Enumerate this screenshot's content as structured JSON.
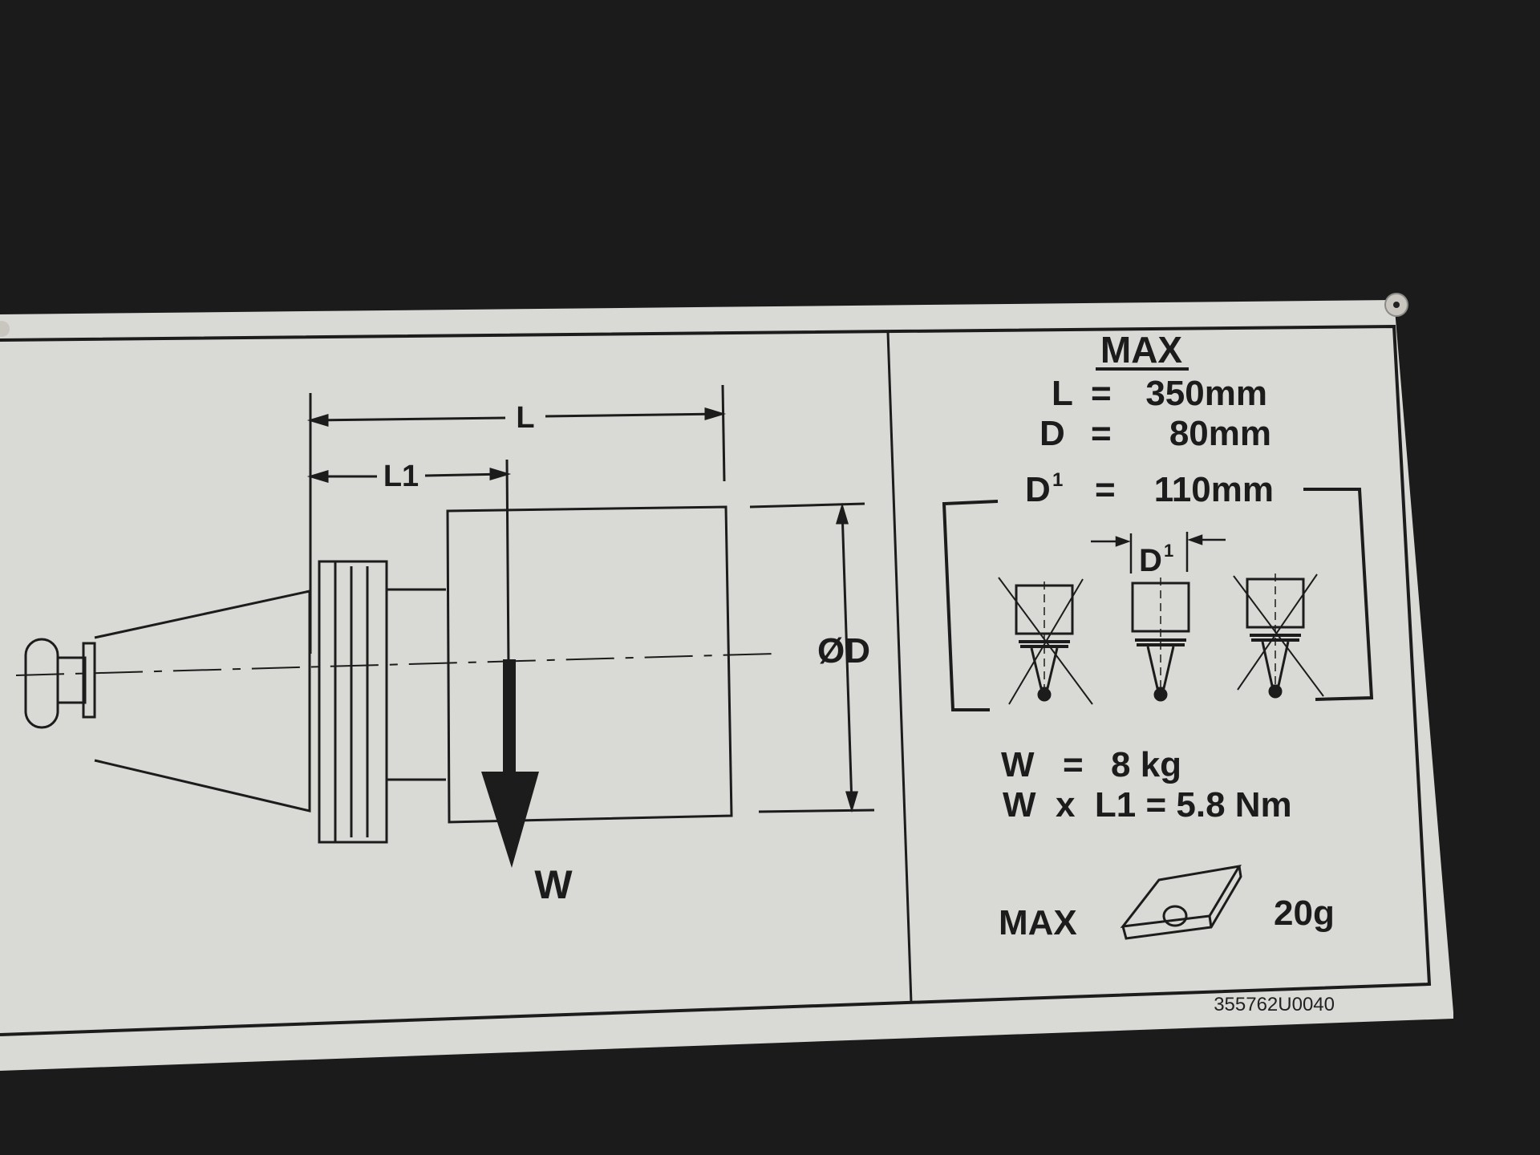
{
  "background": {
    "color": "#1b1b1b",
    "description": "textured black machine surface"
  },
  "plate": {
    "fill": "#d9d9d6",
    "border_color": "#1c1c1c",
    "part_number": "355762U0040"
  },
  "left_diagram": {
    "dimension_L_label": "L",
    "dimension_L1_label": "L1",
    "diameter_label": "ØD",
    "weight_arrow_label": "W"
  },
  "right_panel": {
    "heading": "MAX",
    "specs": [
      {
        "symbol": "L",
        "op": "=",
        "value": "350mm"
      },
      {
        "symbol": "D",
        "op": "=",
        "value": "80mm"
      }
    ],
    "d1_spec": {
      "symbol": "D",
      "superscript": "1",
      "op": "=",
      "value": "110mm"
    },
    "d1_marker": {
      "symbol": "D",
      "superscript": "1"
    },
    "tools": [
      {
        "state": "not-allowed"
      },
      {
        "state": "allowed"
      },
      {
        "state": "not-allowed"
      }
    ],
    "weight": {
      "symbol": "W",
      "op": "=",
      "value": "8 kg"
    },
    "moment": {
      "expr": "W  x  L1 = 5.8 Nm"
    },
    "insert": {
      "label": "MAX",
      "value": "20g"
    }
  }
}
